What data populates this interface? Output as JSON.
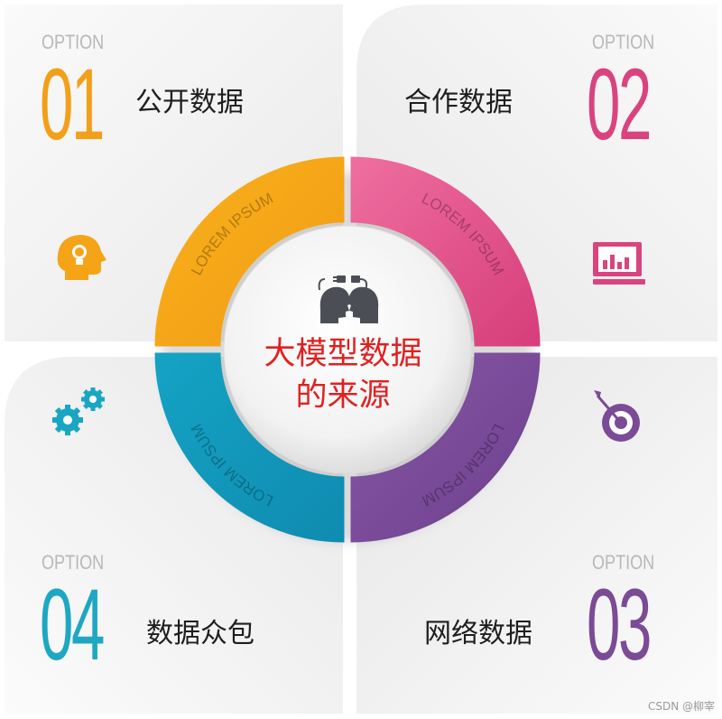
{
  "center": {
    "line1": "大模型数据",
    "line2": "的来源"
  },
  "options": [
    {
      "small": "OPTION",
      "number": "01",
      "label": "公开数据",
      "color": "#f2a01a",
      "icon": "head-lightbulb-icon"
    },
    {
      "small": "OPTION",
      "number": "02",
      "label": "合作数据",
      "color": "#d9447f",
      "icon": "monitor-chart-icon"
    },
    {
      "small": "OPTION",
      "number": "03",
      "label": "网络数据",
      "color": "#7b4b96",
      "icon": "target-dart-icon"
    },
    {
      "small": "OPTION",
      "number": "04",
      "label": "数据众包",
      "color": "#1ea7c2",
      "icon": "gears-icon"
    }
  ],
  "ring_text": "LOREM IPSUM",
  "center_icon": "plug-connect-heads-icon",
  "watermark": "CSDN @柳宰"
}
